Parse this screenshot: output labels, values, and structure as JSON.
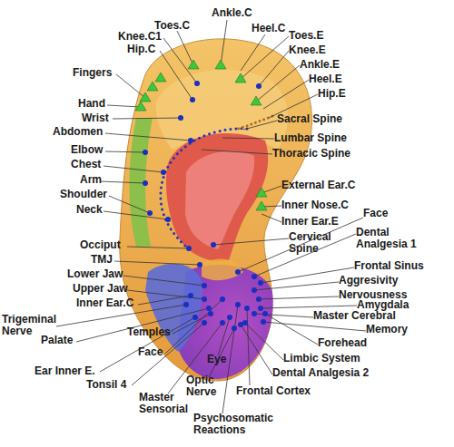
{
  "diagram": {
    "labels": [
      "Ankle.C",
      "Heel.C",
      "Toes.C",
      "Knee.C1",
      "Hip.C",
      "Toes.E",
      "Knee.E",
      "Ankle.E",
      "Heel.E",
      "Hip.E",
      "Fingers",
      "Hand",
      "Wrist",
      "Abdomen",
      "Sacral Spine",
      "Elbow",
      "Lumbar Spine",
      "Chest",
      "Thoracic Spine",
      "Arm",
      "Shoulder",
      "External Ear.C",
      "Neck",
      "Inner Nose.C",
      "Inner Ear.E",
      "Face",
      "Cervical Spine",
      "Occiput",
      "Dental Analgesia 1",
      "TMJ",
      "Frontal Sinus",
      "Lower Jaw",
      "Aggresivity",
      "Upper Jaw",
      "Nervousness",
      "Inner Ear.C",
      "Amygdala",
      "Trigeminal Nerve",
      "Master Cerebral",
      "Palate",
      "Memory",
      "Temples",
      "Forehead",
      "Face",
      "Limbic System",
      "Eye",
      "Ear Inner E.",
      "Tonsil 4",
      "Dental Analgesia 2",
      "Optic Nerve",
      "Frontal Cortex",
      "Master Sensorial",
      "Psychosomatic Reactions"
    ]
  }
}
